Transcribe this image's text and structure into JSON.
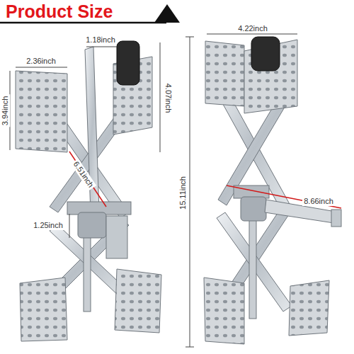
{
  "diagram": {
    "title": "Product Size",
    "labels": [
      "2.36inch",
      "1.18inch",
      "3.94inch",
      "4.07inch",
      "6.51inch",
      "1.25inch",
      "4.22inch",
      "15.11inch",
      "8.66inch"
    ]
  }
}
